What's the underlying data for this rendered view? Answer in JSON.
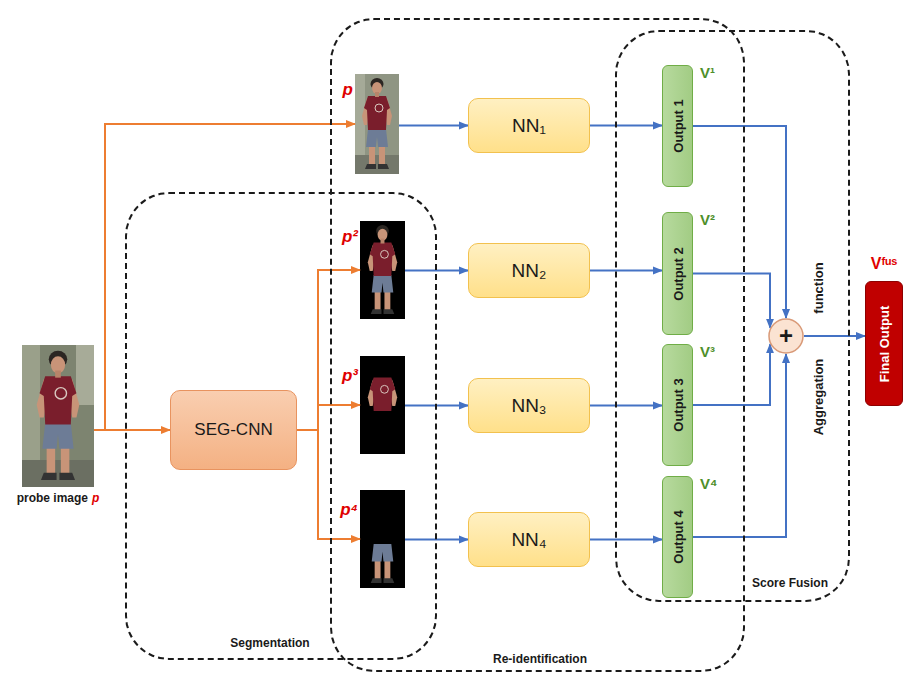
{
  "diagram": {
    "nodes": [
      {
        "text": [
          "probe image",
          "p"
        ]
      },
      {
        "text": [
          "Segmentation"
        ]
      },
      {
        "text": [
          "SEG-CNN"
        ],
        "in": 1
      },
      {
        "text": [
          "Re-identification"
        ]
      },
      {
        "text": [
          "p"
        ],
        "in": 3
      },
      {
        "text": [
          "p²"
        ],
        "in": 1
      },
      {
        "text": [
          "p³"
        ],
        "in": 1
      },
      {
        "text": [
          "p⁴"
        ],
        "in": 1
      },
      {
        "text": [
          "NN₁"
        ],
        "in": 3
      },
      {
        "text": [
          "NN₂"
        ],
        "in": 3
      },
      {
        "text": [
          "NN₃"
        ],
        "in": 3
      },
      {
        "text": [
          "NN₄"
        ],
        "in": 3
      },
      {
        "text": [
          "Score Fusion"
        ]
      },
      {
        "text": [
          "Output 1",
          "V¹"
        ],
        "in": 12
      },
      {
        "text": [
          "Output 2",
          "V²"
        ],
        "in": 12
      },
      {
        "text": [
          "Output 3",
          "V³"
        ],
        "in": 12
      },
      {
        "text": [
          "Output 4",
          "V⁴"
        ],
        "in": 12
      },
      {
        "text": [
          "+"
        ],
        "in": 12
      },
      {
        "text": [
          "Final Output",
          "Vᶠᵘˢ"
        ]
      }
    ],
    "edges": [
      {
        "from": 0,
        "to": 4,
        "arrow": "to"
      },
      {
        "from": 0,
        "to": 2,
        "arrow": "to"
      },
      {
        "from": 2,
        "to": 5,
        "arrow": "to"
      },
      {
        "from": 2,
        "to": 6,
        "arrow": "to"
      },
      {
        "from": 2,
        "to": 7,
        "arrow": "to"
      },
      {
        "from": 4,
        "to": 8,
        "arrow": "to"
      },
      {
        "from": 5,
        "to": 9,
        "arrow": "to"
      },
      {
        "from": 6,
        "to": 10,
        "arrow": "to"
      },
      {
        "from": 7,
        "to": 11,
        "arrow": "to"
      },
      {
        "from": 8,
        "to": 13,
        "arrow": "to"
      },
      {
        "from": 9,
        "to": 14,
        "arrow": "to"
      },
      {
        "from": 10,
        "to": 15,
        "arrow": "to"
      },
      {
        "from": 11,
        "to": 16,
        "arrow": "to"
      },
      {
        "from": 13,
        "to": 17,
        "arrow": "to"
      },
      {
        "from": 14,
        "to": 17,
        "arrow": "to"
      },
      {
        "from": 15,
        "to": 17,
        "arrow": "to"
      },
      {
        "from": 16,
        "to": 17,
        "arrow": "to"
      },
      {
        "from": 17,
        "to": 18,
        "arrow": "to"
      }
    ],
    "labels": [
      "Aggregation",
      "function"
    ]
  }
}
